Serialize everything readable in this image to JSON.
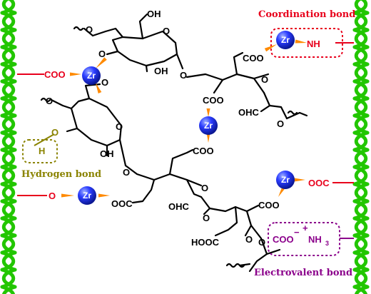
{
  "diagram": {
    "zr_label": "Zr",
    "annotations": {
      "coordination": "Coordination bond",
      "hydrogen": "Hydrogen bond",
      "electrovalent": "Electrovalent bond"
    },
    "groups": {
      "coo_left": "COO",
      "coo_top_right": "COO",
      "coo_mid_1": "COO",
      "coo_mid_2": "COO",
      "ooc_right": "OOC",
      "ooc_bottom": "OOC",
      "coo_bottom_right": "COO",
      "coo_electro": "COO",
      "nh3": "NH",
      "nh3_sub": "3",
      "nh": "NH",
      "h": "H",
      "o_left": "O",
      "ohc_1": "OHC",
      "ohc_2": "OHC",
      "hooc": "HOOC",
      "oh_top": "OH",
      "oh_mid": "OH",
      "oh_lower": "OH",
      "o": "O",
      "plus": "+",
      "minus": "−"
    },
    "colors": {
      "chain": "#22c600",
      "coordination": "#e8001c",
      "hydrogen": "#8a8300",
      "electrovalent": "#8b008b",
      "zr_fill": "#2a3cff",
      "arrow": "#ff8a00"
    }
  }
}
